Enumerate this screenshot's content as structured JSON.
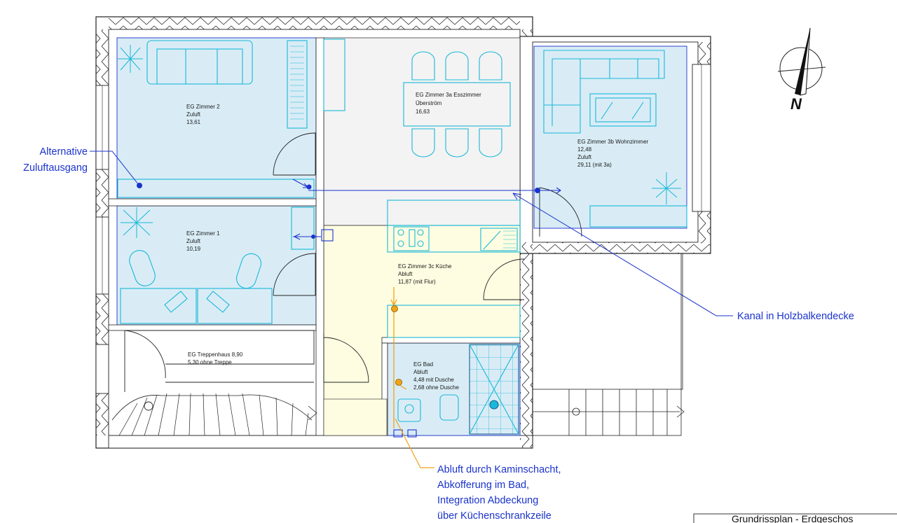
{
  "rooms": {
    "zimmer2": {
      "name": "EG Zimmer 2",
      "use": "Zuluft",
      "area": "13,61"
    },
    "zimmer3a": {
      "name": "EG Zimmer 3a Esszimmer",
      "use": "Überström",
      "area": "16,63"
    },
    "zimmer3b": {
      "name": "EG Zimmer 3b Wohnzimmer",
      "area": "12,48",
      "use": "Zuluft",
      "area_total": "29,11 (mit 3a)"
    },
    "zimmer1": {
      "name": "EG Zimmer 1",
      "use": "Zuluft",
      "area": "10,19"
    },
    "kueche": {
      "name": "EG Zimmer 3c Küche",
      "use": "Abluft",
      "area": "11,87 (mit Flur)"
    },
    "treppenhaus": {
      "name": "EG Treppenhaus 8,90",
      "area": "5,30 ohne Treppe"
    },
    "bad": {
      "name": "EG Bad",
      "use": "Abluft",
      "area_shower": "4,48 mit Dusche",
      "area_noshower": "2,68 ohne Dusche"
    }
  },
  "annotations": {
    "alt_supply": [
      "Alternative",
      "Zuluftausgang"
    ],
    "duct": "Kanal in Holzbalkendecke",
    "exhaust": [
      "Abluft durch Kaminschacht,",
      "Abkofferung im Bad,",
      "Integration Abdeckung",
      "über Küchenschrankzeile"
    ]
  },
  "title_block": {
    "title": "Grundrissplan - Erdgeschos"
  },
  "compass": {
    "label": "N"
  },
  "colors": {
    "room_blue": "#d9ecf6",
    "kitchen_yellow": "#fffde1",
    "dining_grey": "#f3f3f3",
    "fixture_cyan": "#19b8d8",
    "duct_blue": "#1a33cc",
    "exhaust_orange": "#f0a418",
    "wall_black": "#222222"
  }
}
